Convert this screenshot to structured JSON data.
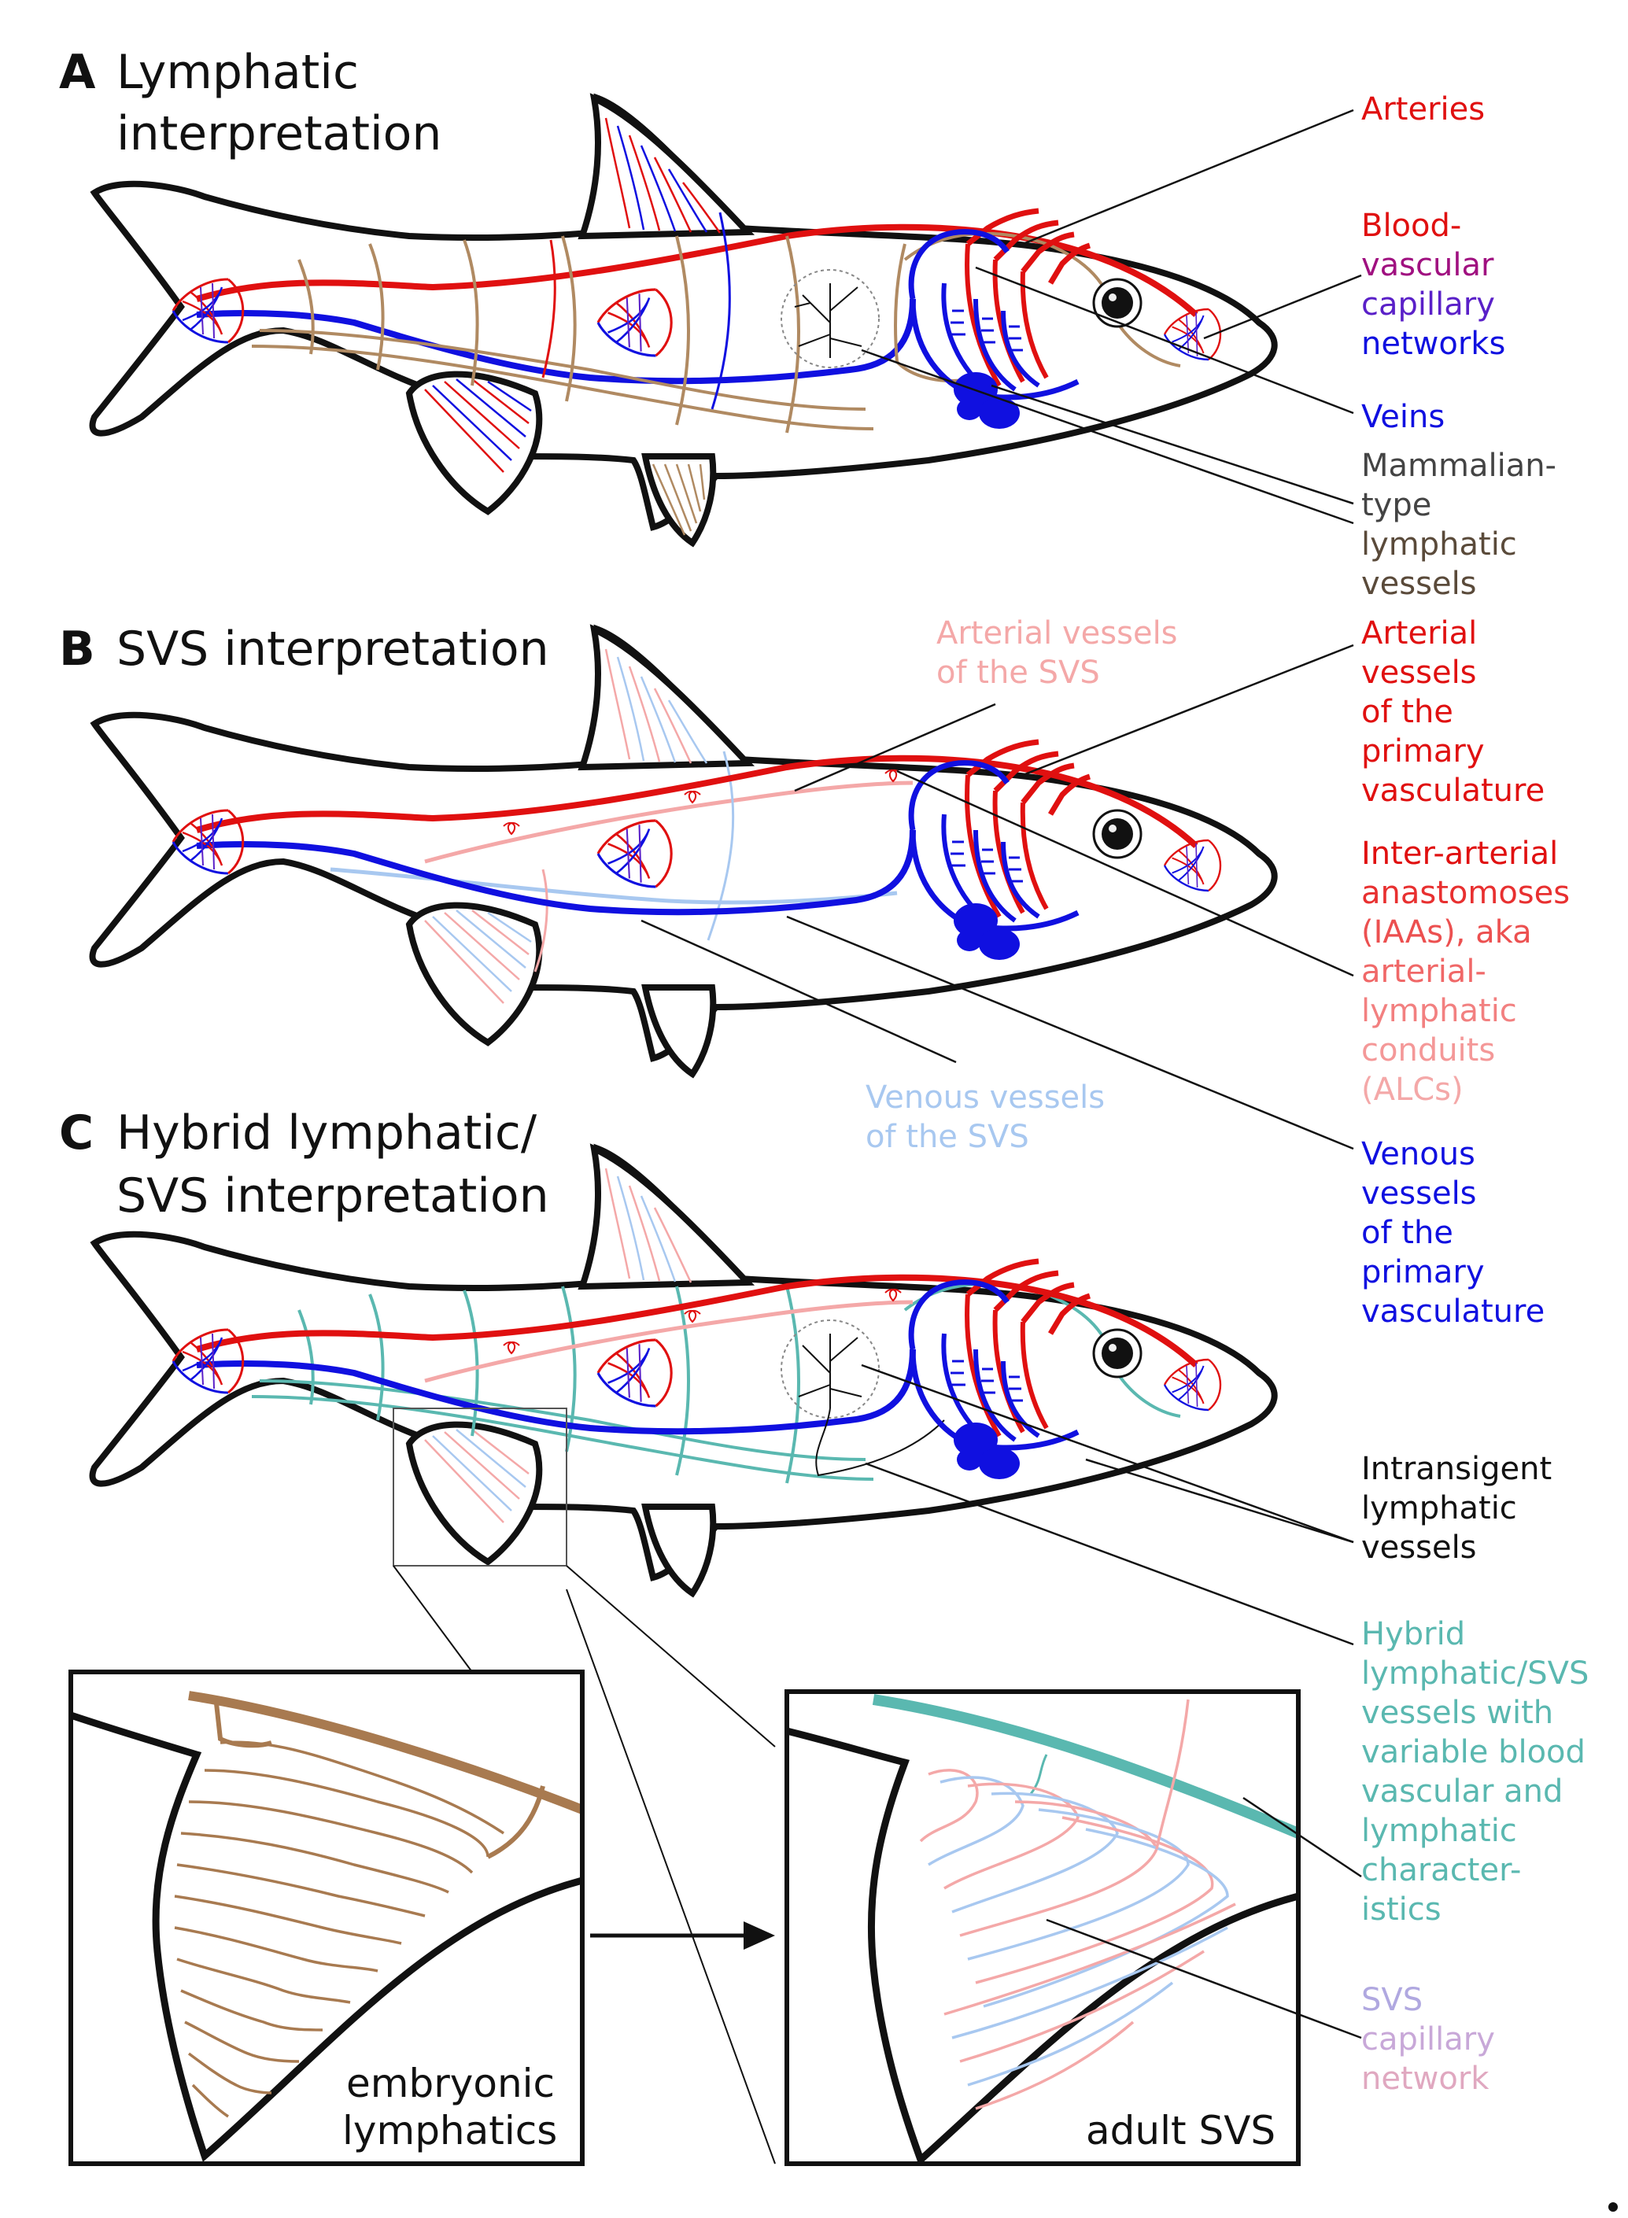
{
  "colors": {
    "artery": "#e01010",
    "vein": "#1010e0",
    "capillary": "#5a20c8",
    "lymph_mammal": "#b08a62",
    "lymph_embryo": "#a87a50",
    "svs_art": "#f4a8a8",
    "svs_vein": "#a8c8f0",
    "hybrid": "#5ab8b0",
    "black": "#111111",
    "grey": "#999999"
  },
  "panels": {
    "a": {
      "letter": "A",
      "title_l1": "Lymphatic",
      "title_l2": "interpretation"
    },
    "b": {
      "letter": "B",
      "title_l1": "SVS interpretation"
    },
    "c": {
      "letter": "C",
      "title_l1": "Hybrid lymphatic/",
      "title_l2": "SVS interpretation"
    }
  },
  "labels": {
    "arteries": "Arteries",
    "blood_capillary": [
      "Blood-",
      "vascular",
      "capillary",
      "networks"
    ],
    "veins": "Veins",
    "mammalian_lymph": [
      "Mammalian-",
      "type",
      "lymphatic",
      "vessels"
    ],
    "arterial_svs": [
      "Arterial vessels",
      "of the SVS"
    ],
    "arterial_primary": [
      "Arterial",
      "vessels",
      "of the",
      "primary",
      "vasculature"
    ],
    "iaas": [
      "Inter-arterial",
      "anastomoses",
      "(IAAs), aka",
      "arterial-",
      "lymphatic",
      "conduits",
      "(ALCs)"
    ],
    "venous_svs": [
      "Venous vessels",
      "of the SVS"
    ],
    "venous_primary": [
      "Venous",
      "vessels",
      "of the",
      "primary",
      "vasculature"
    ],
    "intransigent": [
      "Intransigent",
      "lymphatic",
      "vessels"
    ],
    "hybrid": [
      "Hybrid",
      "lymphatic/SVS",
      "vessels with",
      "variable blood",
      "vascular and",
      "lymphatic",
      "character-",
      "istics"
    ],
    "svs_capillary": [
      "SVS",
      "capillary",
      "network"
    ]
  },
  "insets": {
    "left_caption": [
      "embryonic",
      "lymphatics"
    ],
    "right_caption": "adult SVS"
  }
}
